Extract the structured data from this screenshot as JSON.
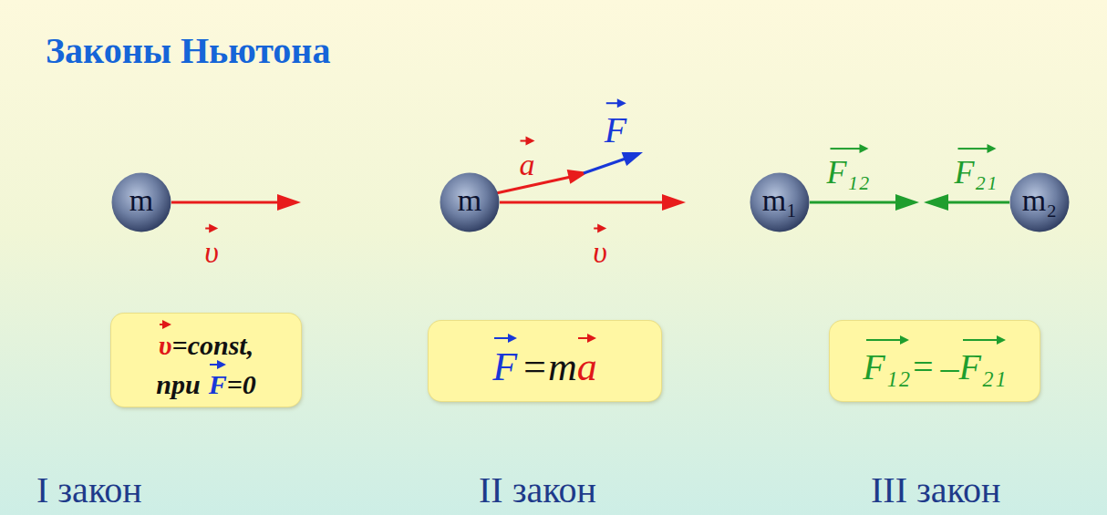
{
  "diagram": {
    "title": "Законы Ньютона",
    "nodes": [
      {
        "text": [
          "m"
        ]
      },
      {
        "text": [
          "m"
        ]
      },
      {
        "text": [
          "m₁"
        ]
      },
      {
        "text": [
          "m₂"
        ]
      },
      {
        "text": [
          "υ",
          "=const,",
          "при",
          "F",
          "=0"
        ]
      },
      {
        "text": [
          "F",
          "=m",
          "a"
        ]
      },
      {
        "text": [
          "F₁₂",
          "=",
          "–",
          "F₂₁"
        ]
      }
    ],
    "labels": [
      "υ",
      "a",
      "F",
      "υ",
      "F₁₂",
      "F₂₁",
      "I закон",
      "II закон",
      "III закон"
    ]
  }
}
